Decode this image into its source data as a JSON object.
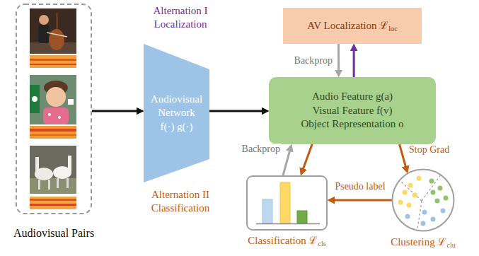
{
  "diagram": {
    "nodes": [
      {
        "text": [
          "Audiovisual Pairs"
        ]
      },
      {
        "text": [
          "Audiovisual Network f(·) g(·)"
        ]
      },
      {
        "text": [
          "Audio Feature g(a)",
          "Visual Feature f(v)",
          "Object Representation o"
        ]
      },
      {
        "text": [
          "AV Localization ℒloc"
        ]
      },
      {
        "text": [
          "Classification ℒcls"
        ]
      },
      {
        "text": [
          "Clustering ℒclu"
        ]
      }
    ],
    "edges": [
      {
        "from": 0,
        "to": 1,
        "arrow": "to"
      },
      {
        "from": 1,
        "to": 2,
        "arrow": "to"
      },
      {
        "from": 3,
        "to": 2,
        "arrow": "to",
        "label": "Backprop"
      },
      {
        "from": 2,
        "to": 3,
        "arrow": "to"
      },
      {
        "from": 2,
        "to": 4,
        "arrow": "to"
      },
      {
        "from": 4,
        "to": 2,
        "arrow": "to",
        "label": "Backprop"
      },
      {
        "from": 2,
        "to": 5,
        "arrow": "to",
        "label": "Stop Grad"
      },
      {
        "from": 5,
        "to": 4,
        "arrow": "to",
        "label": "Pseudo label"
      }
    ],
    "labels": [
      "Alternation I Localization",
      "Alternation II Classification"
    ]
  }
}
